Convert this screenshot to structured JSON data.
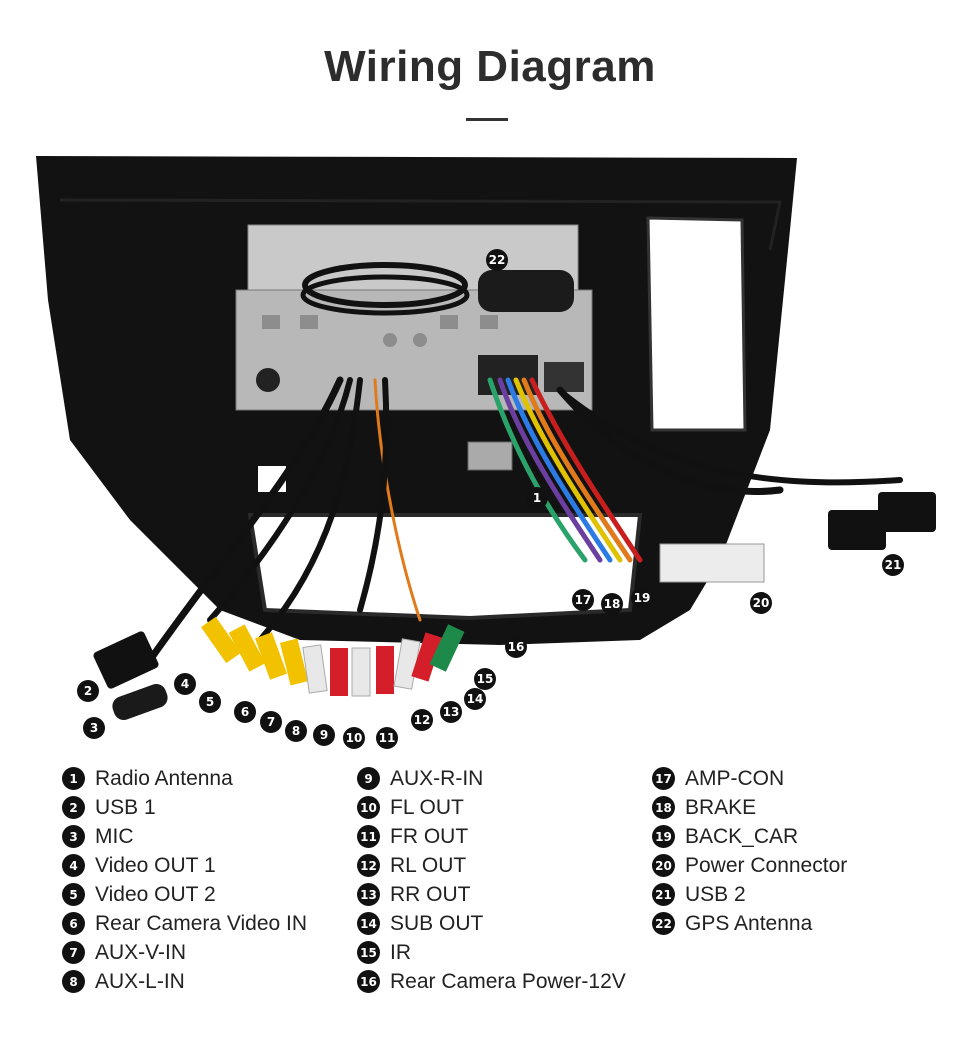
{
  "title": "Wiring Diagram",
  "legend": [
    {
      "num": "1",
      "label": "Radio Antenna"
    },
    {
      "num": "2",
      "label": "USB 1"
    },
    {
      "num": "3",
      "label": "MIC"
    },
    {
      "num": "4",
      "label": "Video OUT 1"
    },
    {
      "num": "5",
      "label": "Video OUT 2"
    },
    {
      "num": "6",
      "label": "Rear Camera Video IN"
    },
    {
      "num": "7",
      "label": "AUX-V-IN"
    },
    {
      "num": "8",
      "label": "AUX-L-IN"
    },
    {
      "num": "9",
      "label": "AUX-R-IN"
    },
    {
      "num": "10",
      "label": "FL OUT"
    },
    {
      "num": "11",
      "label": "FR OUT"
    },
    {
      "num": "12",
      "label": "RL OUT"
    },
    {
      "num": "13",
      "label": "RR OUT"
    },
    {
      "num": "14",
      "label": "SUB OUT"
    },
    {
      "num": "15",
      "label": "IR"
    },
    {
      "num": "16",
      "label": "Rear Camera Power-12V"
    },
    {
      "num": "17",
      "label": "AMP-CON"
    },
    {
      "num": "18",
      "label": "BRAKE"
    },
    {
      "num": "19",
      "label": "BACK_CAR"
    },
    {
      "num": "20",
      "label": "Power Connector"
    },
    {
      "num": "21",
      "label": "USB 2"
    },
    {
      "num": "22",
      "label": "GPS Antenna"
    }
  ]
}
